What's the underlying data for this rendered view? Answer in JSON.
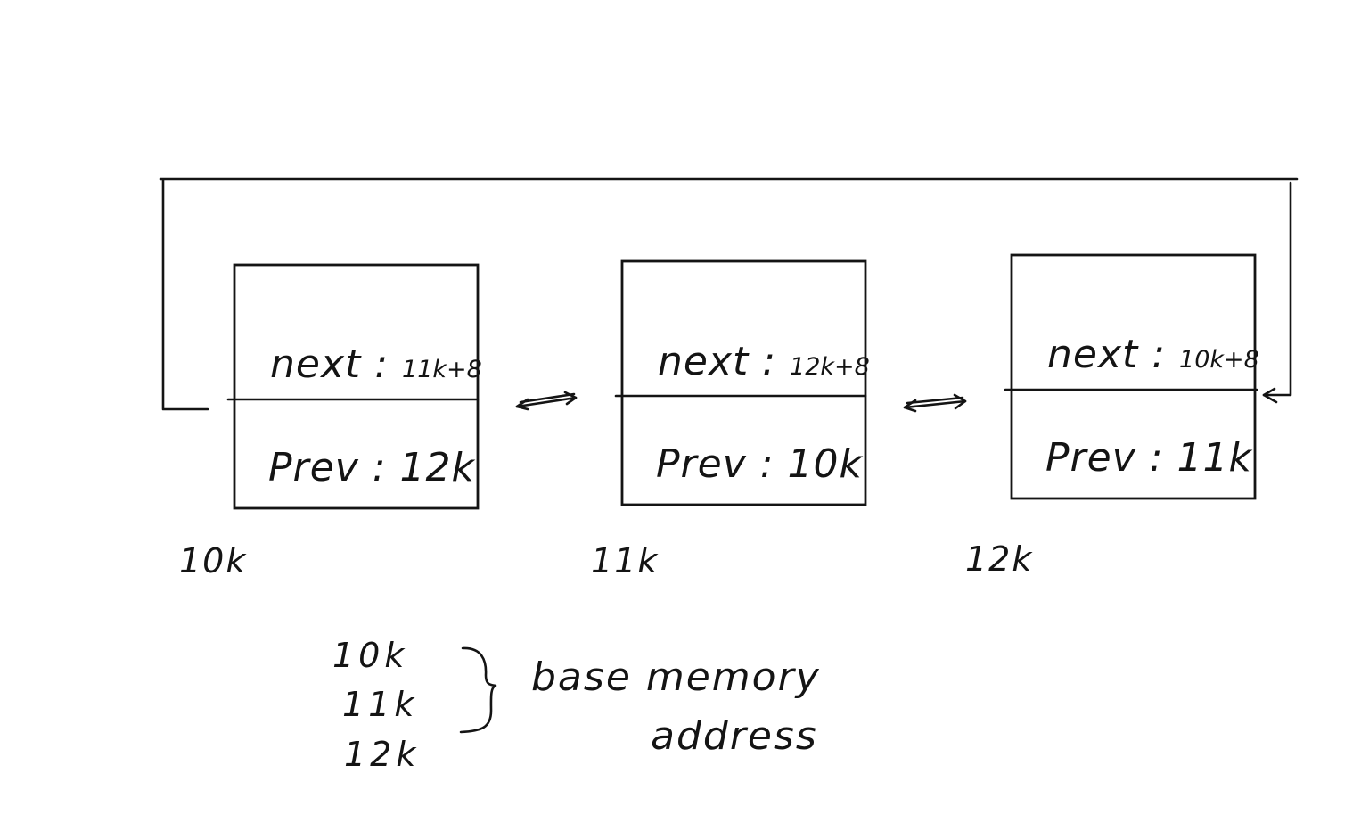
{
  "nodes": [
    {
      "next_label": "next : ",
      "next_value": "11k+8",
      "prev_label": "Prev : ",
      "prev_value": "12k",
      "address": "10k"
    },
    {
      "next_label": "next : ",
      "next_value": "12k+8",
      "prev_label": "Prev : ",
      "prev_value": "10k",
      "address": "11k"
    },
    {
      "next_label": "next : ",
      "next_value": "10k+8",
      "prev_label": "Prev : ",
      "prev_value": "11k",
      "address": "12k"
    }
  ],
  "legend": {
    "addresses": [
      "10k",
      "11k",
      "12k"
    ],
    "text_line1": "base memory",
    "text_line2": "address"
  }
}
